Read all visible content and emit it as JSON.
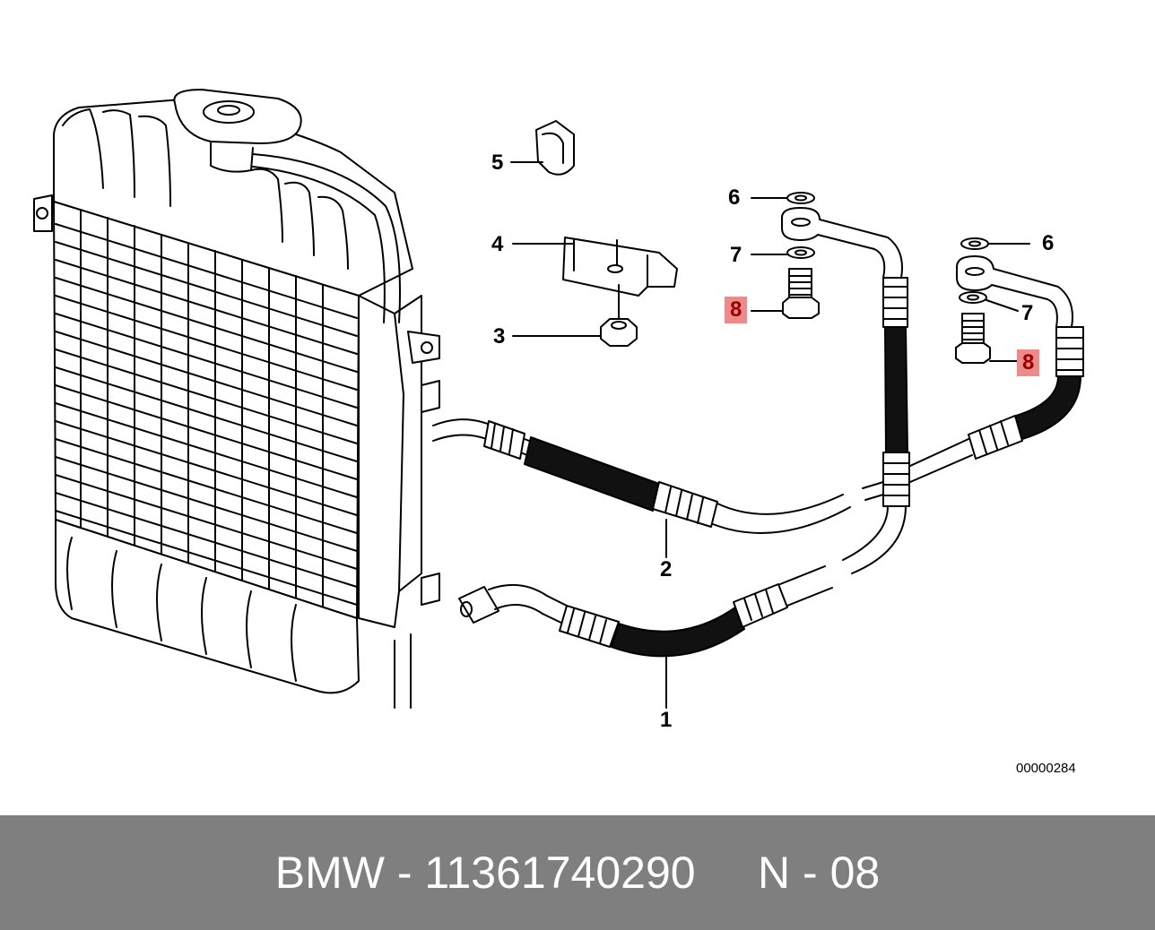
{
  "diagram": {
    "callouts": [
      {
        "id": "5",
        "label": "5"
      },
      {
        "id": "4",
        "label": "4"
      },
      {
        "id": "3",
        "label": "3"
      },
      {
        "id": "6a",
        "label": "6"
      },
      {
        "id": "7a",
        "label": "7"
      },
      {
        "id": "8a",
        "label": "8"
      },
      {
        "id": "6b",
        "label": "6"
      },
      {
        "id": "7b",
        "label": "7"
      },
      {
        "id": "8b",
        "label": "8"
      },
      {
        "id": "2",
        "label": "2"
      },
      {
        "id": "1",
        "label": "1"
      }
    ],
    "highlighted_callout": "8",
    "highlight_color": "#ef8a8a",
    "reference_code": "00000284"
  },
  "footer": {
    "text": "BMW - 11361740290     N - 08",
    "background": "#7f7f7f"
  }
}
